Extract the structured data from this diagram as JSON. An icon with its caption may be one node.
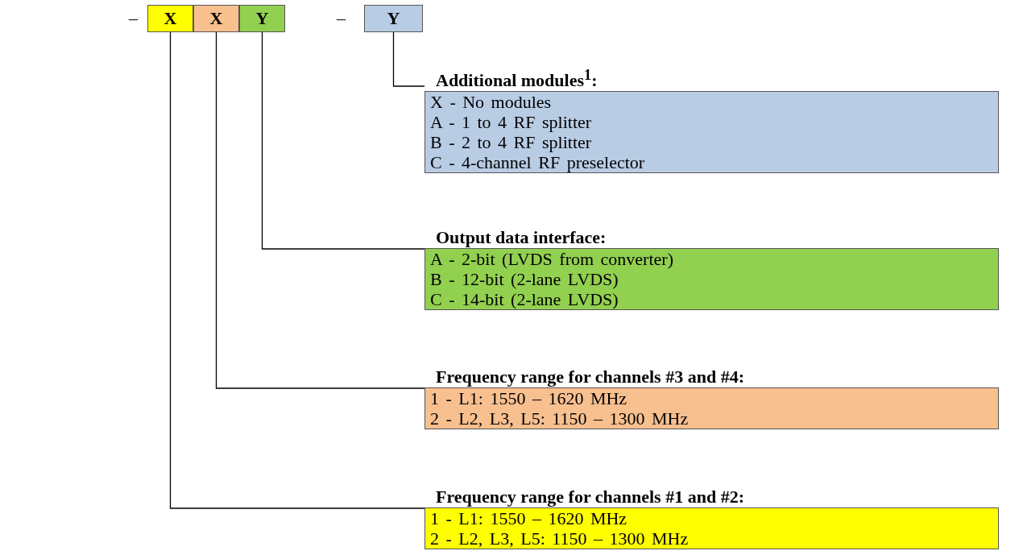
{
  "diagram": {
    "nodes": [
      {
        "text": [
          "X"
        ]
      },
      {
        "text": [
          "X"
        ]
      },
      {
        "text": [
          "Y"
        ]
      },
      {
        "text": [
          "Y"
        ]
      },
      {
        "text": [
          "Additional modules$^{1}$:",
          "X - No modules",
          "A - 1 to 4 RF splitter",
          "B - 2 to 4 RF splitter",
          "C - 4-channel RF preselector"
        ]
      },
      {
        "text": [
          "Output data interface:",
          "A - 2-bit (LVDS from converter)",
          "B - 12-bit (2-lane LVDS)",
          "C - 14-bit (2-lane LVDS)"
        ]
      },
      {
        "text": [
          "Frequency range for channels #3 and #4:",
          "1 - L1: 1550 – 1620 MHz",
          "2 - L2, L3, L5: 1150 – 1300 MHz"
        ]
      },
      {
        "text": [
          "Frequency range for channels #1 and #2:",
          "1 - L1: 1550 – 1620 MHz",
          "2 - L2, L3, L5: 1150 – 1300 MHz"
        ]
      }
    ],
    "edges": [
      {
        "from": 3,
        "to": 4,
        "arrow": "none"
      },
      {
        "from": 2,
        "to": 5,
        "arrow": "none"
      },
      {
        "from": 1,
        "to": 6,
        "arrow": "none"
      },
      {
        "from": 0,
        "to": 7,
        "arrow": "none"
      }
    ],
    "labels": [
      "–",
      "–"
    ]
  }
}
